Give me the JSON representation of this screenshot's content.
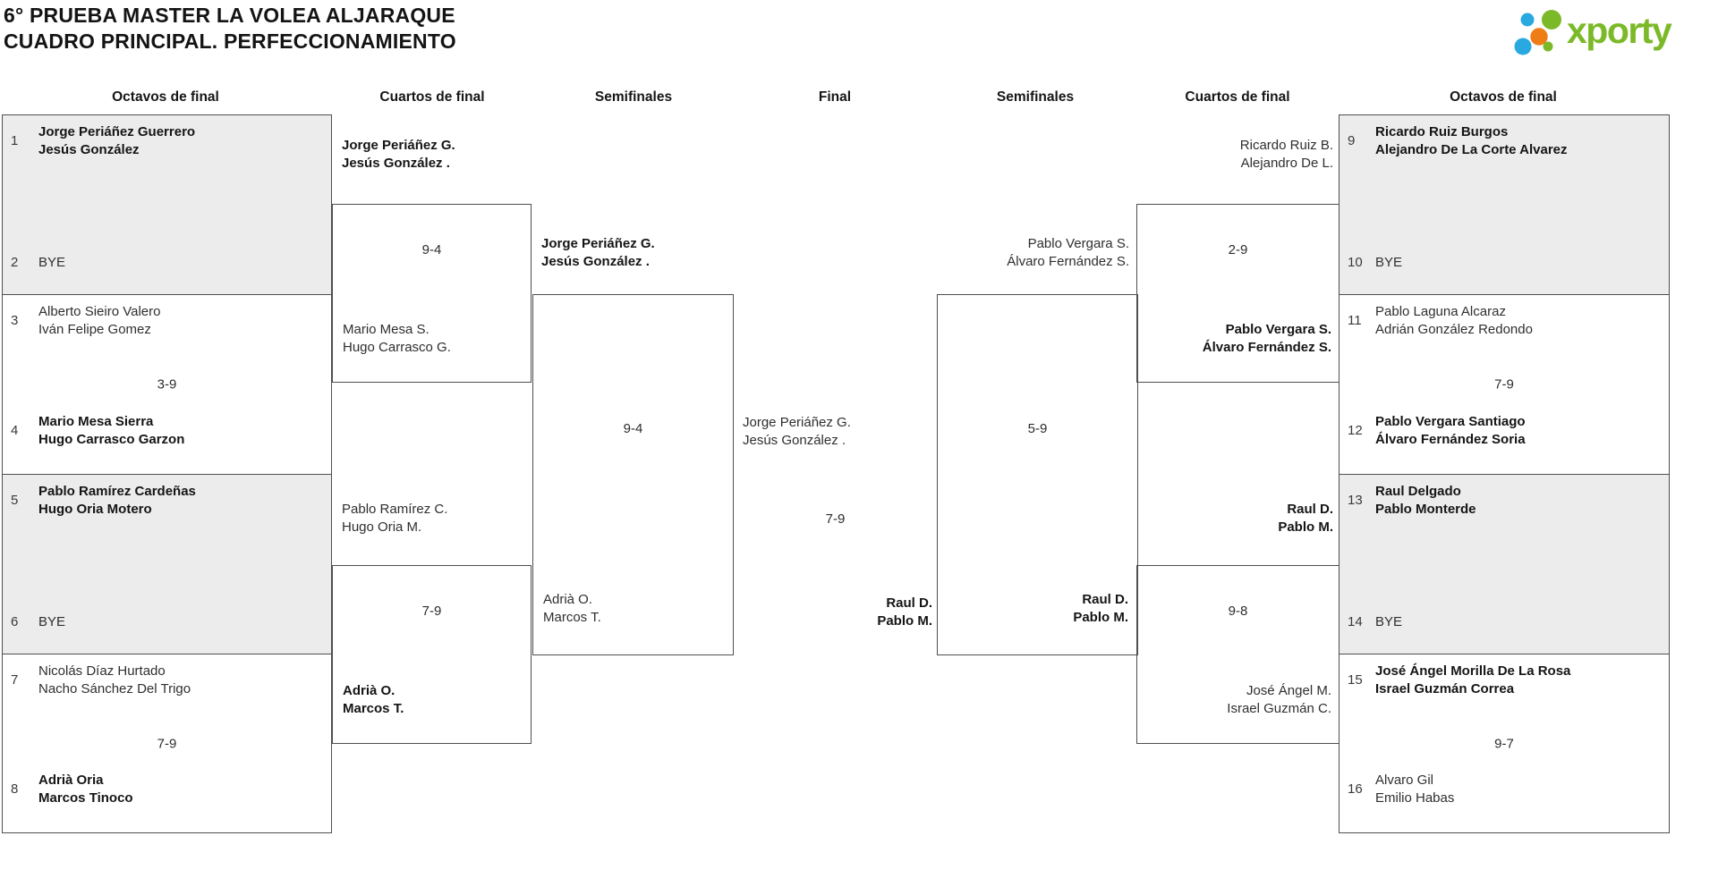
{
  "title": {
    "line1": "6° PRUEBA MASTER LA VOLEA ALJARAQUE",
    "line2": "CUADRO PRINCIPAL. PERFECCIONAMIENTO"
  },
  "logo": {
    "brand": "xporty",
    "colors": {
      "green": "#7cb928",
      "blue": "#2aa9e0",
      "orange": "#ef7d17"
    }
  },
  "round_headers": {
    "left_octavos": "Octavos de final",
    "left_cuartos": "Cuartos de final",
    "left_semis": "Semifinales",
    "final": "Final",
    "right_semis": "Semifinales",
    "right_cuartos": "Cuartos de final",
    "right_octavos": "Octavos de final"
  },
  "octavos_left": [
    {
      "seed_top": "1",
      "top1": "Jorge Periáñez Guerrero",
      "top2": "Jesús González",
      "score": "",
      "seed_bottom": "2",
      "bottom1": "BYE"
    },
    {
      "seed_top": "3",
      "top1": "Alberto Sieiro Valero",
      "top2": "Iván Felipe Gomez",
      "score": "3-9",
      "seed_bottom": "4",
      "bottom1": "Mario Mesa Sierra",
      "bottom2": "Hugo Carrasco Garzon"
    },
    {
      "seed_top": "5",
      "top1": "Pablo Ramírez Cardeñas",
      "top2": "Hugo Oria Motero",
      "score": "",
      "seed_bottom": "6",
      "bottom1": "BYE"
    },
    {
      "seed_top": "7",
      "top1": "Nicolás Díaz Hurtado",
      "top2": "Nacho Sánchez Del Trigo",
      "score": "7-9",
      "seed_bottom": "8",
      "bottom1": "Adrià Oria",
      "bottom2": "Marcos Tinoco"
    }
  ],
  "cuartos_left": [
    {
      "top1": "Jorge Periáñez G.",
      "top2": "Jesús González .",
      "score": "9-4",
      "bottom1": "Mario Mesa S.",
      "bottom2": "Hugo Carrasco G."
    },
    {
      "top1": "Pablo Ramírez C.",
      "top2": "Hugo Oria M.",
      "score": "7-9",
      "bottom1": "Adrià O.",
      "bottom2": "Marcos T."
    }
  ],
  "semis_left": {
    "top1": "Jorge Periáñez G.",
    "top2": "Jesús González .",
    "score": "9-4",
    "bottom1": "Adrià O.",
    "bottom2": "Marcos T."
  },
  "final": {
    "top1": "Jorge Periáñez G.",
    "top2": "Jesús González .",
    "score": "7-9",
    "bottom1": "Raul D.",
    "bottom2": "Pablo M."
  },
  "semis_right": {
    "top1": "Pablo Vergara S.",
    "top2": "Álvaro Fernández S.",
    "score": "5-9",
    "bottom1": "Raul D.",
    "bottom2": "Pablo M."
  },
  "cuartos_right": [
    {
      "top1": "Ricardo Ruiz B.",
      "top2": "Alejandro De L.",
      "score": "2-9",
      "bottom1": "Pablo Vergara S.",
      "bottom2": "Álvaro Fernández S."
    },
    {
      "top1": "Raul D.",
      "top2": "Pablo M.",
      "score": "9-8",
      "bottom1": "José Ángel M.",
      "bottom2": "Israel Guzmán C."
    }
  ],
  "octavos_right": [
    {
      "seed_top": "9",
      "top1": "Ricardo Ruiz Burgos",
      "top2": "Alejandro De La Corte Alvarez",
      "score": "",
      "seed_bottom": "10",
      "bottom1": "BYE"
    },
    {
      "seed_top": "11",
      "top1": "Pablo Laguna Alcaraz",
      "top2": "Adrián González Redondo",
      "score": "7-9",
      "seed_bottom": "12",
      "bottom1": "Pablo Vergara Santiago",
      "bottom2": "Álvaro Fernández Soria"
    },
    {
      "seed_top": "13",
      "top1": "Raul Delgado",
      "top2": "Pablo Monterde",
      "score": "",
      "seed_bottom": "14",
      "bottom1": "BYE"
    },
    {
      "seed_top": "15",
      "top1": "José Ángel Morilla De La Rosa",
      "top2": "Israel Guzmán Correa",
      "score": "9-7",
      "seed_bottom": "16",
      "bottom1": "Alvaro Gil",
      "bottom2": "Emilio Habas"
    }
  ]
}
